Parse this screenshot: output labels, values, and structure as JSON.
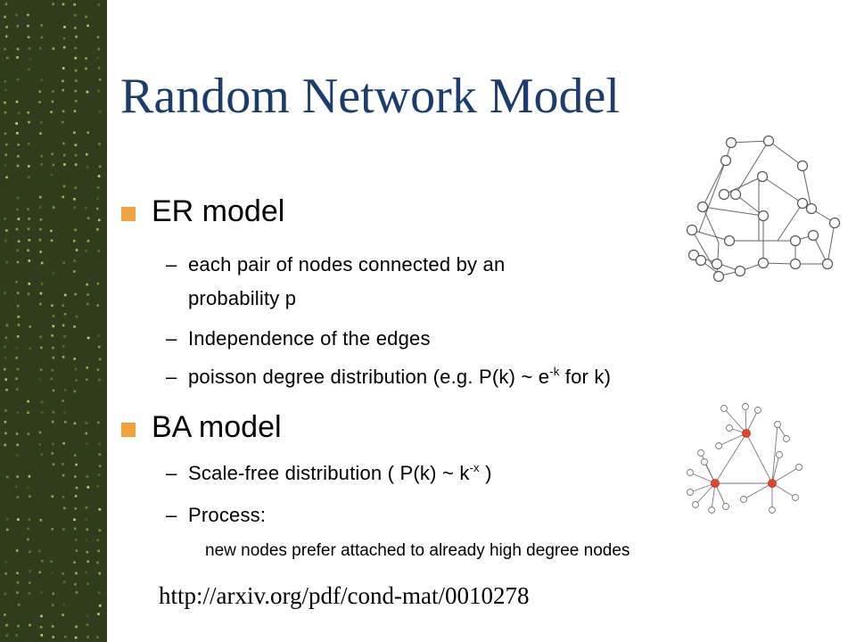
{
  "slide": {
    "title": "Random Network Model",
    "bullets": [
      {
        "label": "ER model",
        "sub": {
          "edge_line1": "each pair of nodes connected by an",
          "edge_line2": "probability p",
          "independence": "Independence of the edges",
          "poisson_pre": "poisson degree distribution (e.g. P(k) ~ e",
          "poisson_sup": "-k",
          "poisson_post": " for k)"
        }
      },
      {
        "label": "BA model",
        "sub": {
          "scale_pre": "Scale-free distribution ( P(k) ~ k",
          "scale_sup": "-x",
          "scale_post": " )",
          "process": "Process:",
          "process_detail": "new nodes prefer attached to already high degree nodes"
        }
      }
    ],
    "reference_url": "http://arxiv.org/pdf/cond-mat/0010278"
  },
  "colors": {
    "title": "#1a3c6e",
    "bullet": "#f2a23a",
    "sidebar": "#2f3d1c",
    "hub_node": "#e8432a"
  }
}
